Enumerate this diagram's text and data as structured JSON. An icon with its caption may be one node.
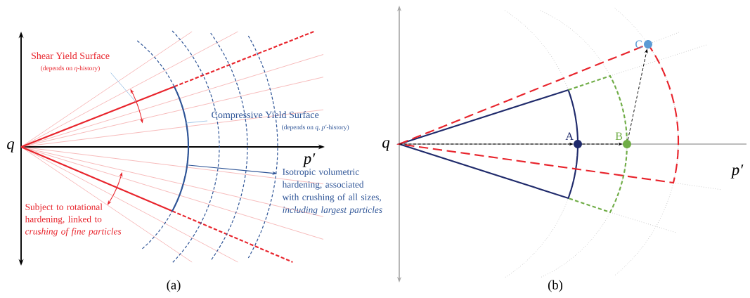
{
  "diagram": {
    "nodes": [
      {
        "text": [
          "Shear Yield Surface",
          "(depends on *η*-history)"
        ]
      },
      {
        "text": [
          "Compressive Yield Surface",
          "(depends on *q*, *p′*-history)"
        ]
      },
      {
        "text": [
          "A"
        ]
      },
      {
        "text": [
          "B"
        ]
      },
      {
        "text": [
          "C"
        ]
      },
      {
        "text": [],
        "shape": "line"
      },
      {
        "text": [],
        "shape": "arc"
      }
    ],
    "edges": [
      {
        "from": 0,
        "to": 5,
        "arrow": "none",
        "color": "#9dc3e6"
      },
      {
        "from": 1,
        "to": 6,
        "arrow": "none",
        "color": "#9dc3e6"
      },
      {
        "from": null,
        "to": 2,
        "arrow": "to",
        "style": "dashed"
      },
      {
        "from": 2,
        "to": 3,
        "arrow": "to",
        "style": "dashed"
      },
      {
        "from": 3,
        "to": 4,
        "arrow": "to",
        "style": "dashed"
      }
    ],
    "labels": [
      "q",
      "p′",
      "Isotropic volumetric hardening, associated with crushing of all sizes, *including largest particles*",
      "Subject to rotational hardening, linked to *crushing of fine particles*",
      "(a)",
      "q",
      "p′",
      "(b)"
    ]
  }
}
